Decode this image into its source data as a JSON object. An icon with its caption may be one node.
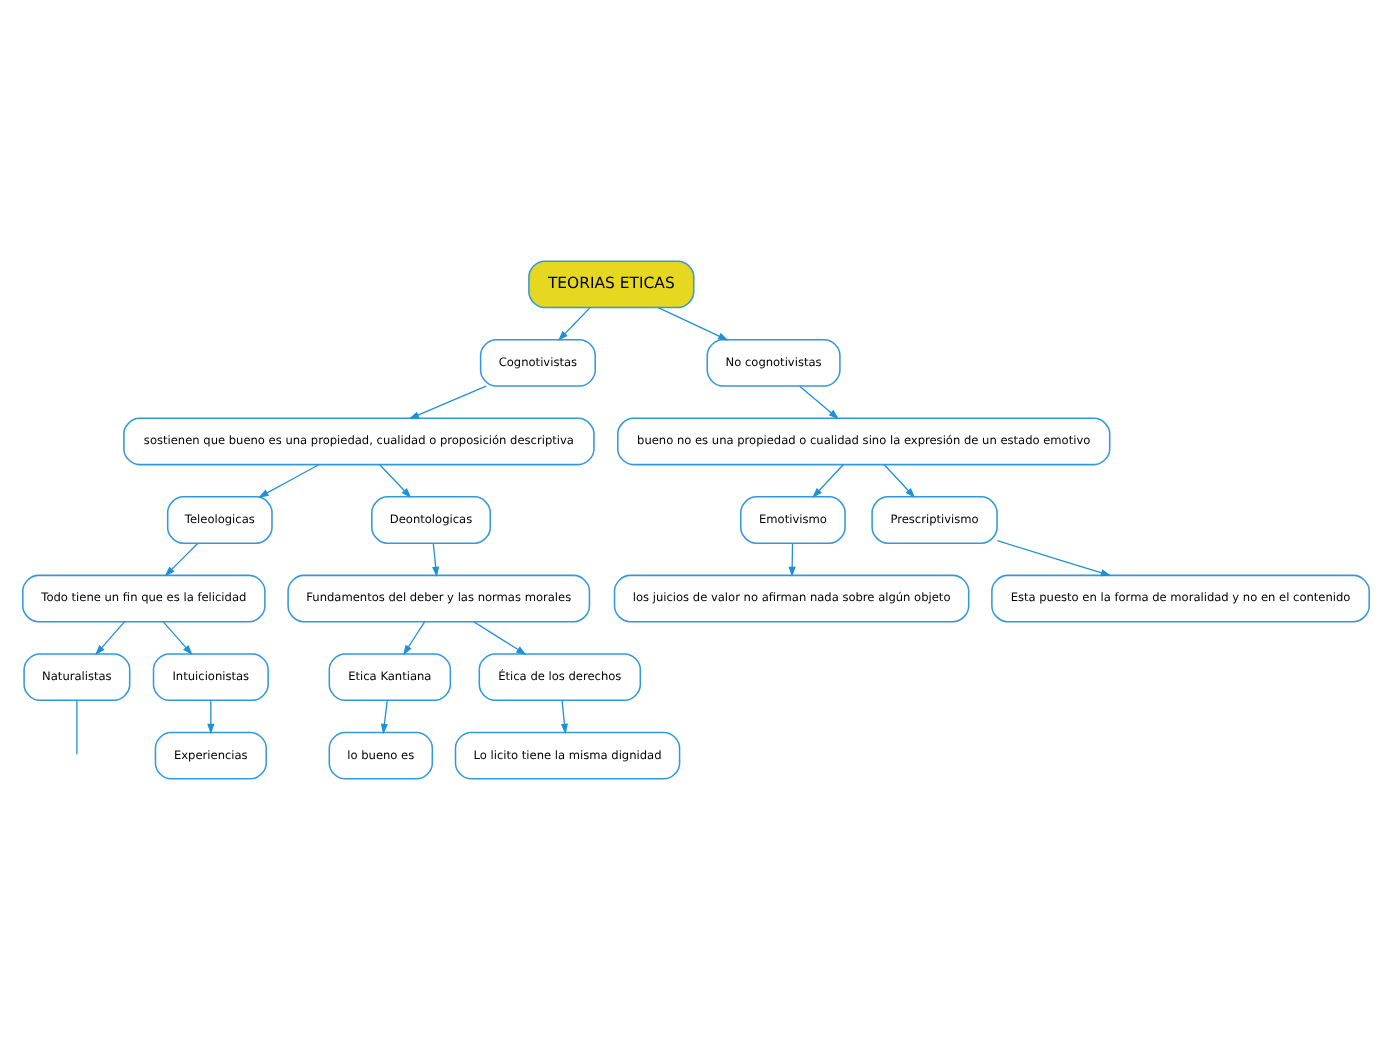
{
  "diagram": {
    "nodes": [
      {
        "text": [
          "TEORIAS ETICAS"
        ]
      },
      {
        "text": [
          "Cognotivistas"
        ]
      },
      {
        "text": [
          "No cognotivistas"
        ]
      },
      {
        "text": [
          "sostienen que bueno es una propiedad, cualidad o proposición descriptiva"
        ]
      },
      {
        "text": [
          "bueno no es una propiedad o cualidad sino la expresión de un estado emotivo"
        ]
      },
      {
        "text": [
          "Teleologicas"
        ]
      },
      {
        "text": [
          "Deontologicas"
        ]
      },
      {
        "text": [
          "Emotivismo"
        ]
      },
      {
        "text": [
          "Prescriptivismo"
        ]
      },
      {
        "text": [
          "Todo tiene un fin que es la felicidad"
        ]
      },
      {
        "text": [
          "Fundamentos del deber y las normas morales"
        ]
      },
      {
        "text": [
          "los juicios de valor no afirman nada sobre algún objeto"
        ]
      },
      {
        "text": [
          "Esta puesto en la forma de moralidad y no en el contenido"
        ]
      },
      {
        "text": [
          "Naturalistas"
        ]
      },
      {
        "text": [
          "Intuicionistas"
        ]
      },
      {
        "text": [
          "Etica Kantiana"
        ]
      },
      {
        "text": [
          "Ética de los derechos"
        ]
      },
      {
        "text": [
          "Experiencias"
        ]
      },
      {
        "text": [
          "lo bueno es"
        ]
      },
      {
        "text": [
          "Lo licito tiene la misma dignidad"
        ]
      }
    ],
    "edges": [
      {
        "from": 0,
        "to": 1,
        "arrow": "to"
      },
      {
        "from": 0,
        "to": 2,
        "arrow": "to"
      },
      {
        "from": 1,
        "to": 3,
        "arrow": "to"
      },
      {
        "from": 2,
        "to": 4,
        "arrow": "to"
      },
      {
        "from": 3,
        "to": 5,
        "arrow": "to"
      },
      {
        "from": 3,
        "to": 6,
        "arrow": "to"
      },
      {
        "from": 4,
        "to": 7,
        "arrow": "to"
      },
      {
        "from": 4,
        "to": 8,
        "arrow": "to"
      },
      {
        "from": 5,
        "to": 9,
        "arrow": "to"
      },
      {
        "from": 6,
        "to": 10,
        "arrow": "to"
      },
      {
        "from": 7,
        "to": 11,
        "arrow": "to"
      },
      {
        "from": 8,
        "to": 12,
        "arrow": "to"
      },
      {
        "from": 9,
        "to": 13,
        "arrow": "to"
      },
      {
        "from": 9,
        "to": 14,
        "arrow": "to"
      },
      {
        "from": 10,
        "to": 15,
        "arrow": "to"
      },
      {
        "from": 10,
        "to": 16,
        "arrow": "to"
      },
      {
        "from": 14,
        "to": 17,
        "arrow": "to"
      },
      {
        "from": 15,
        "to": 18,
        "arrow": "to"
      },
      {
        "from": 16,
        "to": 19,
        "arrow": "to"
      },
      {
        "from": 13,
        "to": null,
        "arrow": "none"
      }
    ]
  }
}
